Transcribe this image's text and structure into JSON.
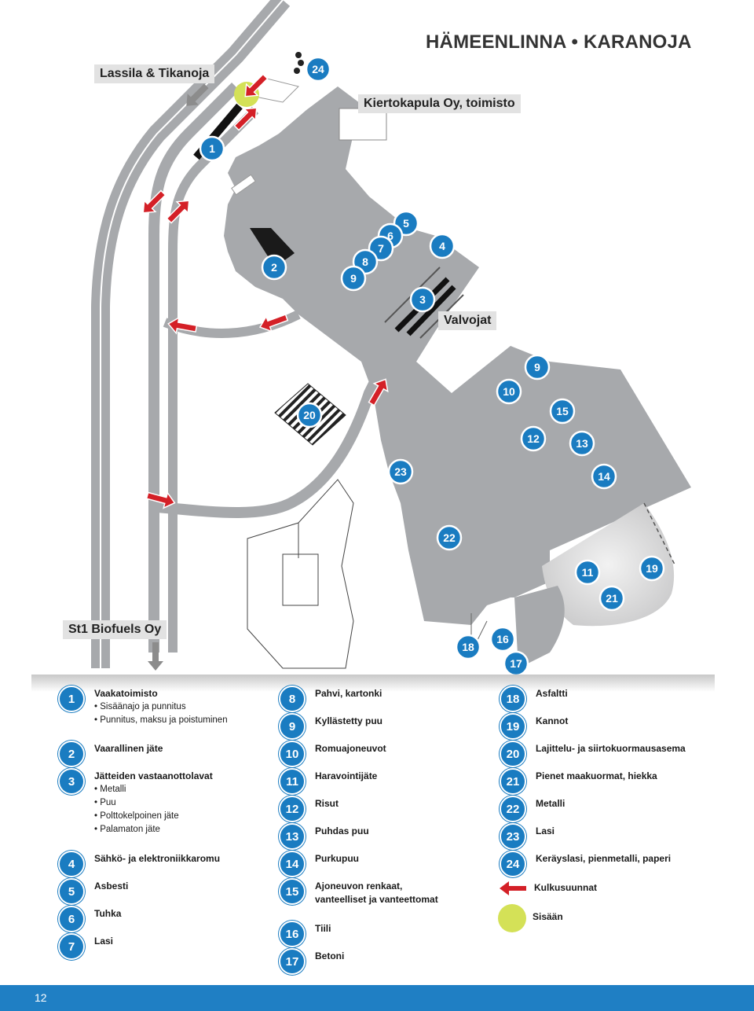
{
  "title": "HÄMEENLINNA • KARANOJA",
  "labels": {
    "lassila": "Lassila & Tikanoja",
    "kiertokapula": "Kiertokapula Oy, toimisto",
    "valvojat": "Valvojat",
    "st1": "St1 Biofuels Oy"
  },
  "markers": [
    {
      "n": "24"
    },
    {
      "n": "1"
    },
    {
      "n": "2"
    },
    {
      "n": "5"
    },
    {
      "n": "6"
    },
    {
      "n": "7"
    },
    {
      "n": "8"
    },
    {
      "n": "9"
    },
    {
      "n": "4"
    },
    {
      "n": "3"
    },
    {
      "n": "9"
    },
    {
      "n": "10"
    },
    {
      "n": "15"
    },
    {
      "n": "12"
    },
    {
      "n": "13"
    },
    {
      "n": "14"
    },
    {
      "n": "20"
    },
    {
      "n": "23"
    },
    {
      "n": "22"
    },
    {
      "n": "11"
    },
    {
      "n": "19"
    },
    {
      "n": "21"
    },
    {
      "n": "18"
    },
    {
      "n": "16"
    },
    {
      "n": "17"
    }
  ],
  "legend": {
    "i1": {
      "n": "1",
      "t": "Vaakatoimisto",
      "s1": "Sisäänajo ja punnitus",
      "s2": "Punnitus, maksu ja poistuminen"
    },
    "i2": {
      "n": "2",
      "t": "Vaarallinen jäte"
    },
    "i3": {
      "n": "3",
      "t": "Jätteiden vastaanottolavat",
      "s1": "Metalli",
      "s2": "Puu",
      "s3": "Polttokelpoinen jäte",
      "s4": "Palamaton jäte"
    },
    "i4": {
      "n": "4",
      "t": "Sähkö- ja elektroniikkaromu"
    },
    "i5": {
      "n": "5",
      "t": "Asbesti"
    },
    "i6": {
      "n": "6",
      "t": "Tuhka"
    },
    "i7": {
      "n": "7",
      "t": "Lasi"
    },
    "i8": {
      "n": "8",
      "t": "Pahvi, kartonki"
    },
    "i9": {
      "n": "9",
      "t": "Kyllästetty puu"
    },
    "i10": {
      "n": "10",
      "t": "Romuajoneuvot"
    },
    "i11": {
      "n": "11",
      "t": "Haravointijäte"
    },
    "i12": {
      "n": "12",
      "t": "Risut"
    },
    "i13": {
      "n": "13",
      "t": "Puhdas puu"
    },
    "i14": {
      "n": "14",
      "t": "Purkupuu"
    },
    "i15": {
      "n": "15",
      "t": "Ajoneuvon renkaat,",
      "t2": "vanteelliset ja vanteettomat"
    },
    "i16": {
      "n": "16",
      "t": "Tiili"
    },
    "i17": {
      "n": "17",
      "t": "Betoni"
    },
    "i18": {
      "n": "18",
      "t": "Asfaltti"
    },
    "i19": {
      "n": "19",
      "t": "Kannot"
    },
    "i20": {
      "n": "20",
      "t": "Lajittelu- ja siirtokuormausasema"
    },
    "i21": {
      "n": "21",
      "t": "Pienet maakuormat, hiekka"
    },
    "i22": {
      "n": "22",
      "t": "Metalli"
    },
    "i23": {
      "n": "23",
      "t": "Lasi"
    },
    "i24": {
      "n": "24",
      "t": "Keräyslasi, pienmetalli, paperi"
    },
    "arrow": {
      "t": "Kulkusuunnat"
    },
    "entry": {
      "t": "Sisään"
    }
  },
  "colors": {
    "marker": "#1a7cc1",
    "arrow": "#d42027",
    "road": "#a7a9ac",
    "entry": "#d4e157",
    "footer": "#1f7fc4"
  },
  "page_number": "12"
}
